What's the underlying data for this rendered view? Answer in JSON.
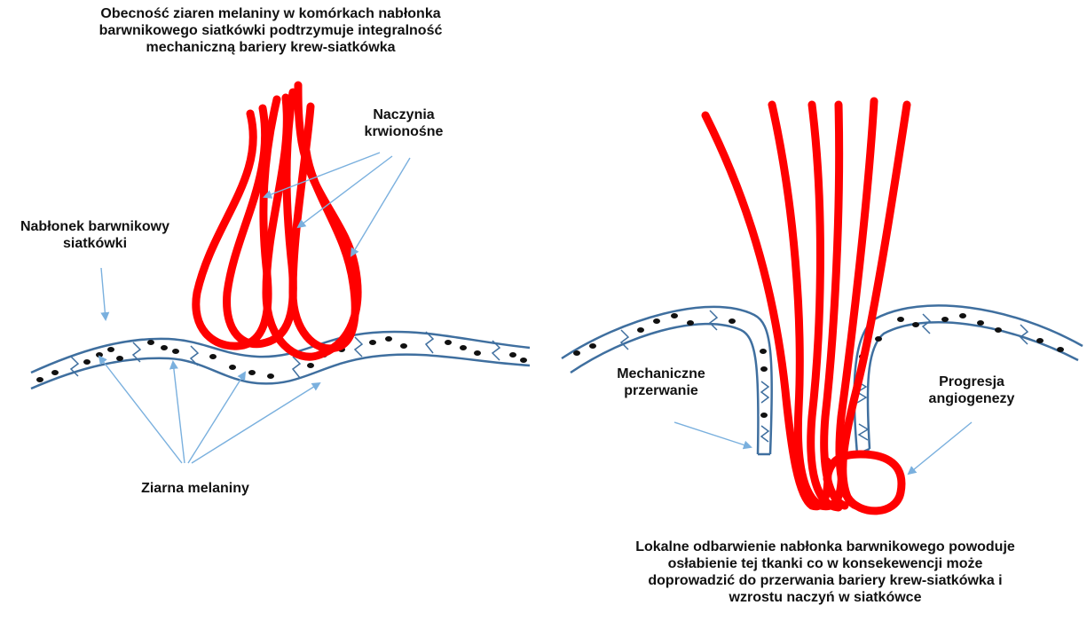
{
  "left_panel": {
    "title": "Obecność ziaren melaniny w komórkach nabłonka\nbarwnikowego siatkówki podtrzymuje integralność\nmechaniczną bariery krew-siatkówka",
    "vessels_label": "Naczynia\nkrwionośne",
    "rpe_label": "Nabłonek barwnikowy\nsiatkówki",
    "melanin_label": "Ziarna melaniny"
  },
  "right_panel": {
    "mechanical_label": "Mechaniczne\nprzerwanie",
    "angiogenesis_label": "Progresja\nangiogenezy",
    "caption": "Lokalne odbarwienie nabłonka barwnikowego powoduje\nosłabienie tej tkanki co w konsekewencji może\ndoprowadzić do przerwania bariery krew-siatkówka i\nwzrostu naczyń w siatkówce"
  },
  "colors": {
    "vessel": "#ff0000",
    "tissue_outline": "#3f6f9f",
    "arrow": "#7ab0de",
    "granule": "#111111",
    "text": "#111111"
  }
}
